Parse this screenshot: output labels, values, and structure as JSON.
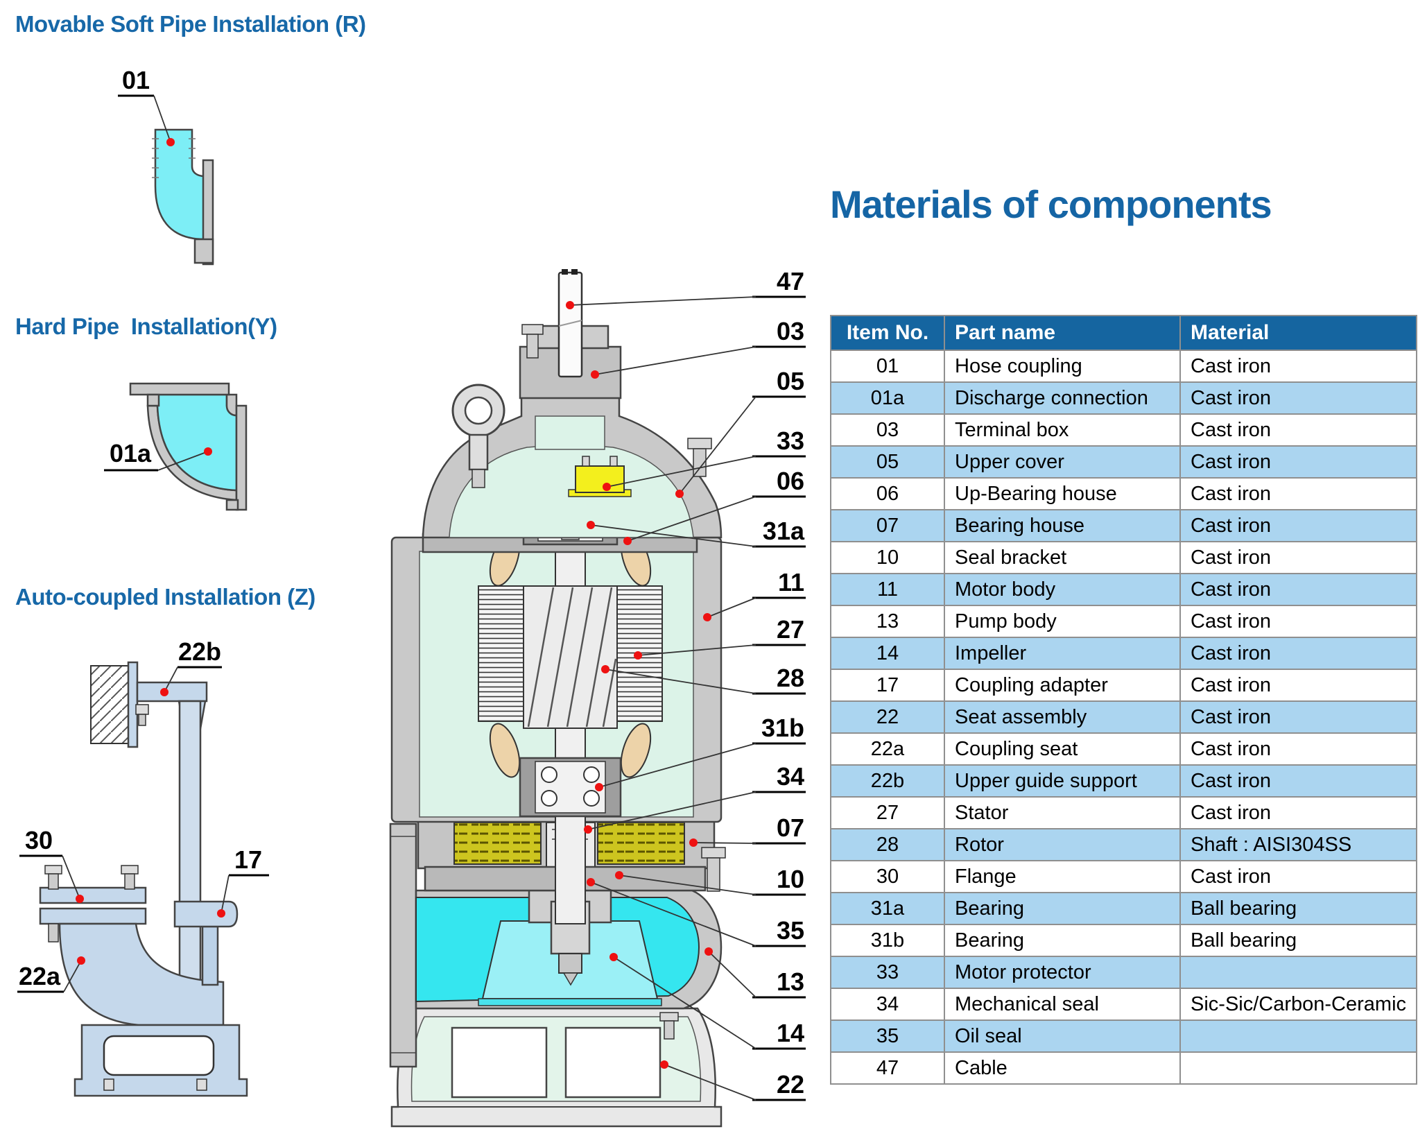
{
  "sections": {
    "soft_pipe": {
      "title": "Movable Soft Pipe Installation (R)"
    },
    "hard_pipe": {
      "title": "Hard Pipe  Installation(Y)"
    },
    "auto_coupled": {
      "title": "Auto-coupled Installation (Z)"
    }
  },
  "materials": {
    "title": "Materials of components",
    "columns": [
      "Item No.",
      "Part name",
      "Material"
    ],
    "rows": [
      {
        "item": "01",
        "part": "Hose coupling",
        "material": "Cast iron"
      },
      {
        "item": "01a",
        "part": "Discharge connection",
        "material": "Cast iron"
      },
      {
        "item": "03",
        "part": "Terminal box",
        "material": "Cast iron"
      },
      {
        "item": "05",
        "part": "Upper cover",
        "material": "Cast iron"
      },
      {
        "item": "06",
        "part": "Up-Bearing house",
        "material": "Cast iron"
      },
      {
        "item": "07",
        "part": "Bearing house",
        "material": "Cast iron"
      },
      {
        "item": "10",
        "part": "Seal bracket",
        "material": "Cast iron"
      },
      {
        "item": "11",
        "part": "Motor body",
        "material": "Cast iron"
      },
      {
        "item": "13",
        "part": "Pump body",
        "material": "Cast iron"
      },
      {
        "item": "14",
        "part": "Impeller",
        "material": "Cast iron"
      },
      {
        "item": "17",
        "part": "Coupling adapter",
        "material": "Cast iron"
      },
      {
        "item": "22",
        "part": "Seat assembly",
        "material": "Cast iron"
      },
      {
        "item": "22a",
        "part": "Coupling seat",
        "material": "Cast iron"
      },
      {
        "item": "22b",
        "part": "Upper guide support",
        "material": "Cast iron"
      },
      {
        "item": "27",
        "part": "Stator",
        "material": "Cast iron"
      },
      {
        "item": "28",
        "part": "Rotor",
        "material": "Shaft : AISI304SS"
      },
      {
        "item": "30",
        "part": "Flange",
        "material": "Cast iron"
      },
      {
        "item": "31a",
        "part": "Bearing",
        "material": "Ball bearing"
      },
      {
        "item": "31b",
        "part": "Bearing",
        "material": "Ball bearing"
      },
      {
        "item": "33",
        "part": "Motor protector",
        "material": ""
      },
      {
        "item": "34",
        "part": "Mechanical seal",
        "material": "Sic-Sic/Carbon-Ceramic"
      },
      {
        "item": "35",
        "part": "Oil seal",
        "material": ""
      },
      {
        "item": "47",
        "part": "Cable",
        "material": ""
      }
    ]
  },
  "diagram_labels": {
    "soft_pipe": "01",
    "hard_pipe": "01a",
    "auto_coupled": [
      "22b",
      "30",
      "17",
      "22a"
    ],
    "pump": [
      "47",
      "03",
      "05",
      "33",
      "06",
      "31a",
      "11",
      "27",
      "28",
      "31b",
      "34",
      "07",
      "10",
      "35",
      "13",
      "14",
      "22"
    ]
  },
  "colors": {
    "heading_blue": "#1768A8",
    "title_blue": "#1565A5",
    "table_header_bg": "#1565A0",
    "table_row_alt": "#ABD5F0",
    "water_cyan": "#35E6EF",
    "impeller_cyan": "#9BF0F6",
    "soft_pipe_cyan": "#7DEEF6",
    "install_blue": "#C5D8EB",
    "oil_yellow": "#CDC51F",
    "protector_yellow": "#F3EF1D",
    "winding_tan": "#EDD3A9",
    "bearing_green": "#9EC254",
    "interior_mint": "#DCF3E8",
    "casing_gray": "#C9C9C9",
    "callout_red": "#EE1111"
  }
}
